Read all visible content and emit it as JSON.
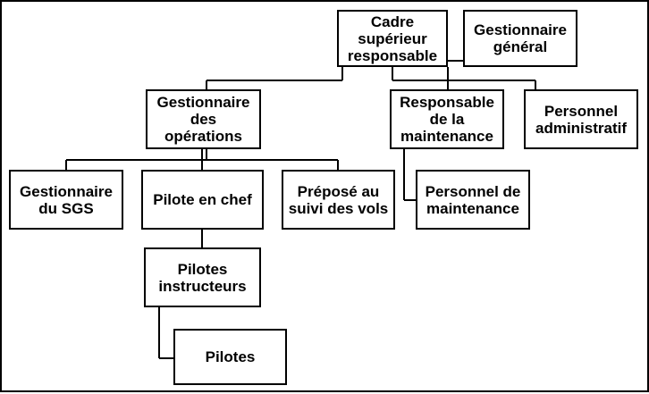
{
  "org_chart": {
    "cadre_superieur": "Cadre\nsupérieur\nresponsable",
    "gestionnaire_general": "Gestionnaire\ngénéral",
    "gestionnaire_operations": "Gestionnaire\ndes\nopérations",
    "responsable_maintenance": "Responsable\nde la\nmaintenance",
    "personnel_administratif": "Personnel\nadministratif",
    "gestionnaire_sgs": "Gestionnaire\ndu SGS",
    "pilote_en_chef": "Pilote en chef",
    "prepose_suivi_vols": "Préposé au\nsuivi des vols",
    "personnel_maintenance": "Personnel de\nmaintenance",
    "pilotes_instructeurs": "Pilotes\ninstructeurs",
    "pilotes": "Pilotes"
  }
}
